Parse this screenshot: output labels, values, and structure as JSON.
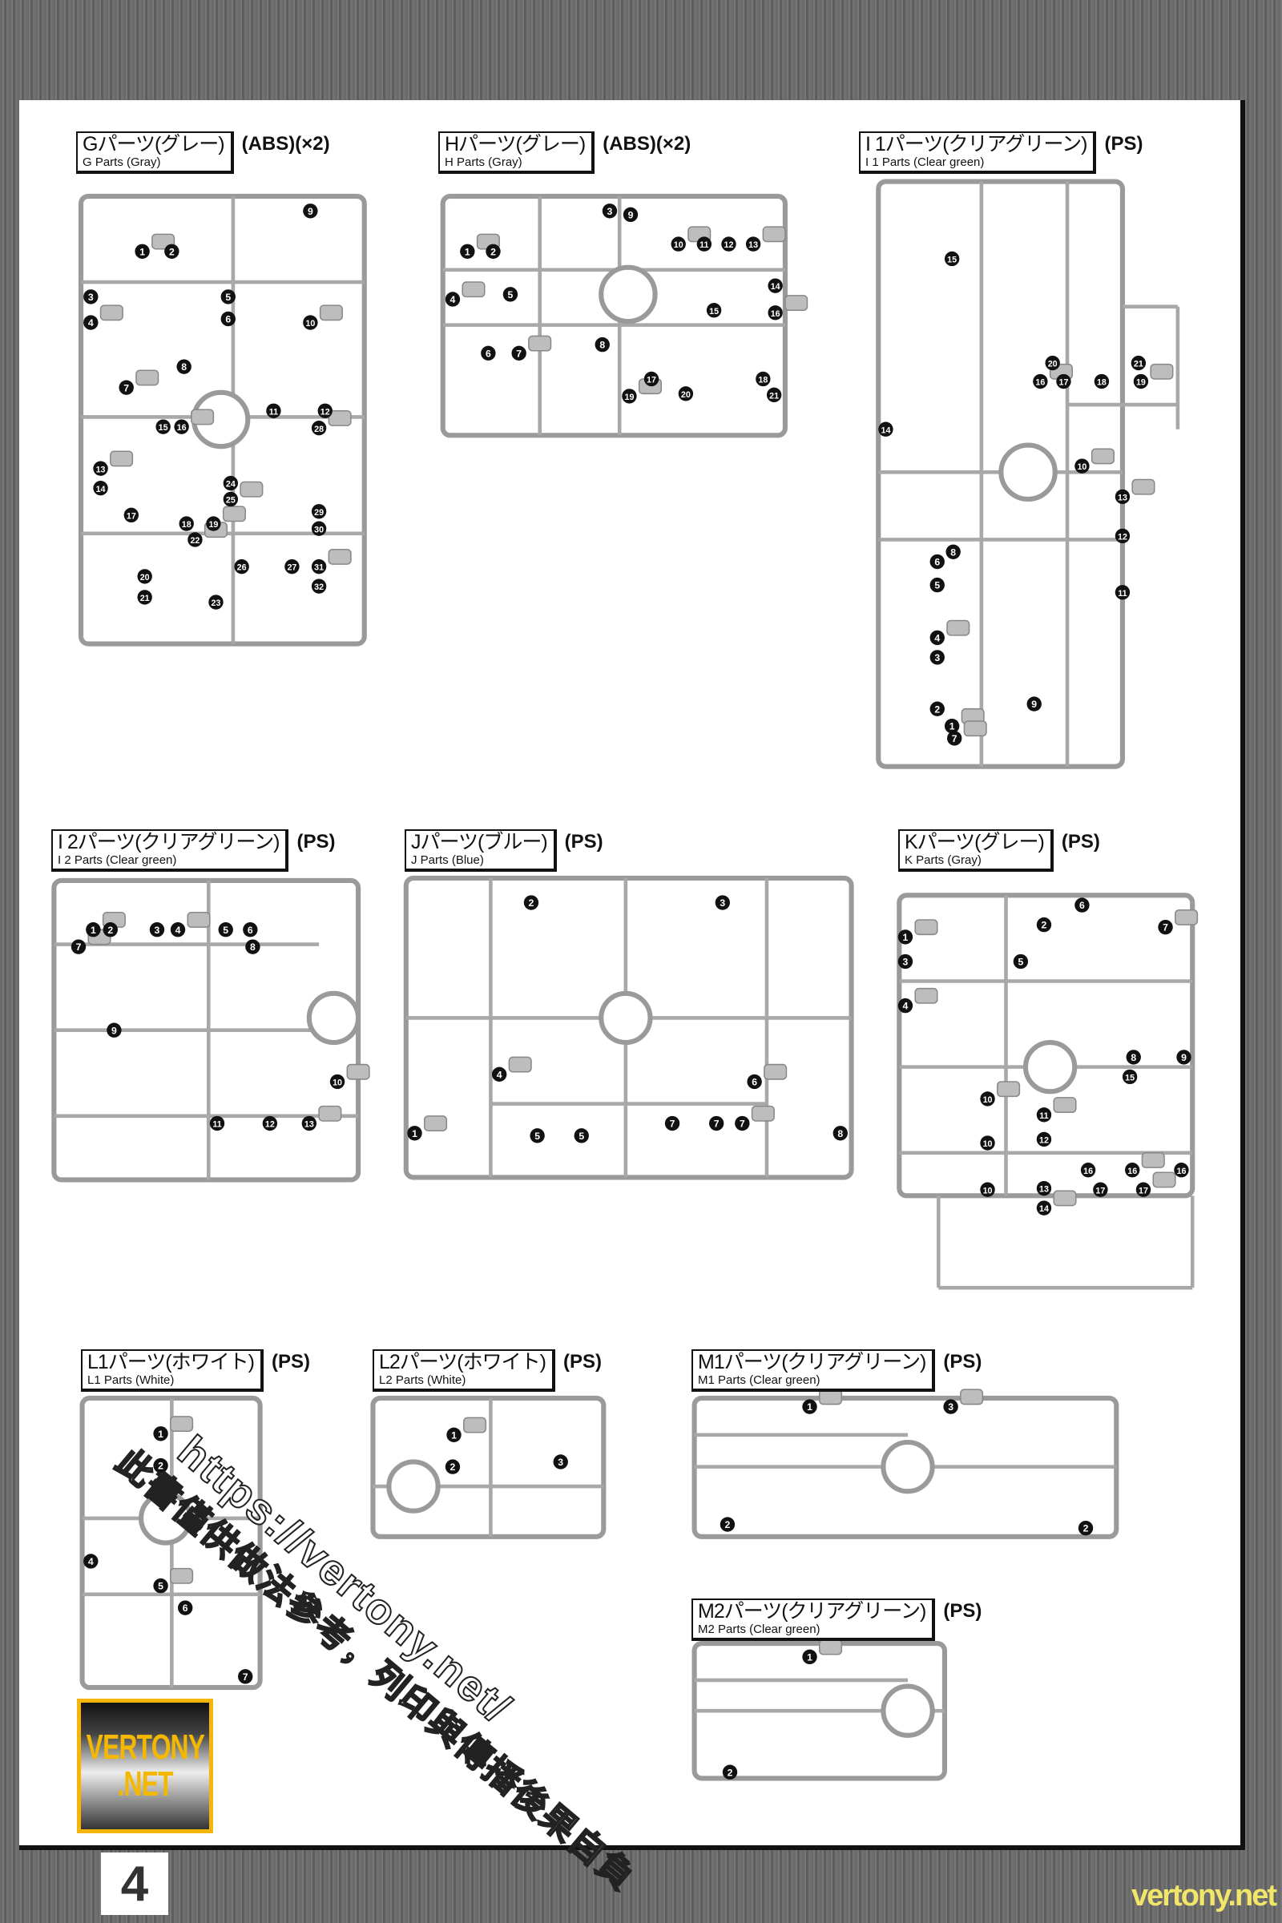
{
  "page_number": "4",
  "footer_site": "vertony.net",
  "logo": {
    "line1": "VERTONY",
    "line2": ".NET"
  },
  "watermark": {
    "url": "https://vertony.net/",
    "note": "此書僅供做法參考，列印與傳播後果自負"
  },
  "runners": [
    {
      "id": "G",
      "jp": "Gパーツ(グレー)",
      "en": "G Parts (Gray)",
      "material": "(ABS)(×2)",
      "parts": [
        "1",
        "2",
        "3",
        "4",
        "5",
        "6",
        "7",
        "8",
        "9",
        "10",
        "11",
        "12",
        "13",
        "14",
        "15",
        "16",
        "17",
        "18",
        "19",
        "20",
        "21",
        "22",
        "23",
        "24",
        "25",
        "26",
        "27",
        "28",
        "29",
        "30",
        "31",
        "32"
      ]
    },
    {
      "id": "H",
      "jp": "Hパーツ(グレー)",
      "en": "H Parts (Gray)",
      "material": "(ABS)(×2)",
      "parts": [
        "1",
        "2",
        "3",
        "4",
        "5",
        "6",
        "7",
        "8",
        "9",
        "10",
        "11",
        "12",
        "13",
        "14",
        "15",
        "16",
        "17",
        "18",
        "19",
        "20",
        "21"
      ]
    },
    {
      "id": "I1",
      "jp": "I 1パーツ(クリアグリーン)",
      "en": "I 1 Parts (Clear green)",
      "material": "(PS)",
      "parts": [
        "1",
        "2",
        "3",
        "4",
        "5",
        "6",
        "7",
        "8",
        "9",
        "10",
        "11",
        "12",
        "13",
        "14",
        "15",
        "16",
        "17",
        "18",
        "19",
        "20",
        "21"
      ]
    },
    {
      "id": "I2",
      "jp": "I 2パーツ(クリアグリーン)",
      "en": "I 2 Parts (Clear green)",
      "material": "(PS)",
      "parts": [
        "1",
        "2",
        "3",
        "4",
        "5",
        "6",
        "7",
        "8",
        "9",
        "10",
        "11",
        "12",
        "13"
      ]
    },
    {
      "id": "J",
      "jp": "Jパーツ(ブルー)",
      "en": "J Parts (Blue)",
      "material": "(PS)",
      "parts": [
        "1",
        "2",
        "3",
        "4",
        "5",
        "5",
        "6",
        "7",
        "7",
        "7",
        "8"
      ]
    },
    {
      "id": "K",
      "jp": "Kパーツ(グレー)",
      "en": "K Parts (Gray)",
      "material": "(PS)",
      "parts": [
        "1",
        "2",
        "3",
        "4",
        "5",
        "6",
        "7",
        "8",
        "9",
        "10",
        "10",
        "10",
        "11",
        "12",
        "13",
        "14",
        "15",
        "16",
        "16",
        "16",
        "17",
        "17"
      ]
    },
    {
      "id": "L1",
      "jp": "L1パーツ(ホワイト)",
      "en": "L1 Parts (White)",
      "material": "(PS)",
      "parts": [
        "1",
        "2",
        "4",
        "5",
        "6",
        "7"
      ]
    },
    {
      "id": "L2",
      "jp": "L2パーツ(ホワイト)",
      "en": "L2 Parts (White)",
      "material": "(PS)",
      "parts": [
        "1",
        "2",
        "3"
      ]
    },
    {
      "id": "M1",
      "jp": "M1パーツ(クリアグリーン)",
      "en": "M1 Parts (Clear green)",
      "material": "(PS)",
      "parts": [
        "1",
        "2",
        "2",
        "3"
      ]
    },
    {
      "id": "M2",
      "jp": "M2パーツ(クリアグリーン)",
      "en": "M2 Parts (Clear green)",
      "material": "(PS)",
      "parts": [
        "1",
        "2"
      ]
    }
  ]
}
